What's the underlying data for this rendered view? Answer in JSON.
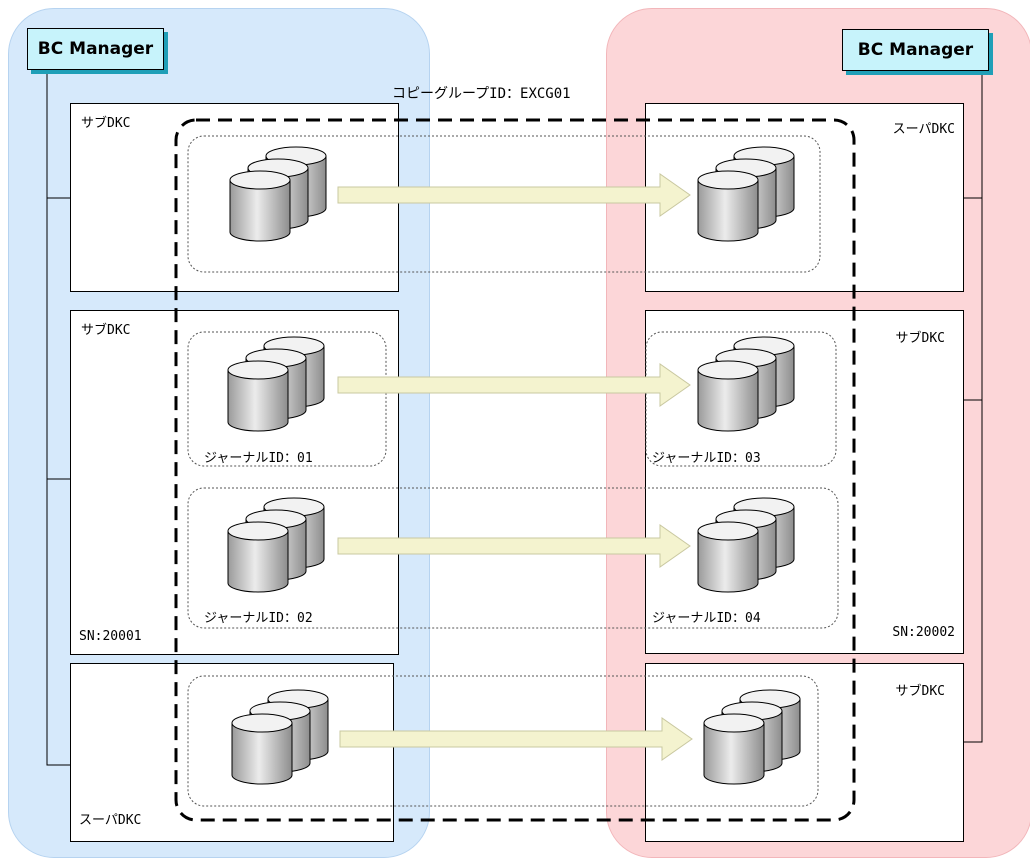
{
  "bc_manager": {
    "left": "BC Manager",
    "right": "BC Manager"
  },
  "copy_group": {
    "label": "コピーグループID：EXCG01"
  },
  "left_site": {
    "dkc_top": {
      "role": "サブDKC"
    },
    "dkc_middle": {
      "role": "サブDKC",
      "serial": "SN:20001"
    },
    "dkc_bottom": {
      "role": "スーパDKC"
    }
  },
  "right_site": {
    "dkc_top": {
      "role": "スーパDKC"
    },
    "dkc_middle": {
      "role": "サブDKC",
      "serial": "SN:20002"
    },
    "dkc_bottom": {
      "role": "サブDKC"
    }
  },
  "journals": {
    "left_1": "ジャーナルID：01",
    "left_2": "ジャーナルID：02",
    "right_1": "ジャーナルID：03",
    "right_2": "ジャーナルID：04"
  },
  "colors": {
    "left_site_bg": "#d6e9fb",
    "right_site_bg": "#fcd6d8",
    "bc_manager_bg": "#c7f3fb",
    "bc_manager_shadow": "#1f9fb7",
    "arrow_fill": "#f4f3cf",
    "arrow_stroke": "#c9c8a0"
  },
  "icons": {
    "volume": "disk-stack-icon",
    "replication": "arrow-right-icon"
  }
}
